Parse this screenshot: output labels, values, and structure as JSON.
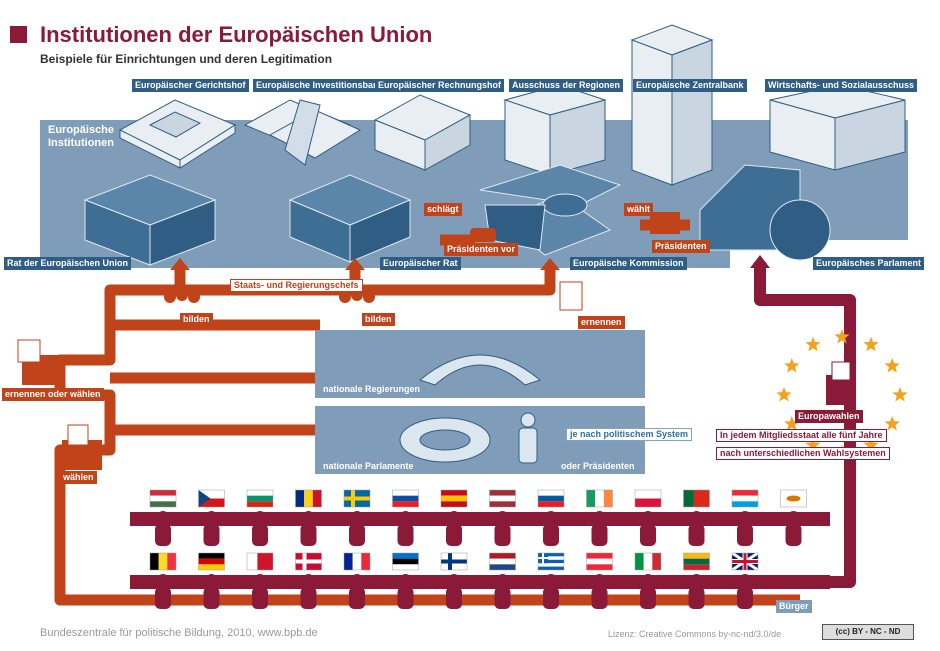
{
  "title": "Institutionen der Europäischen Union",
  "subtitle": "Beispiele für Einrichtungen und deren Legitimation",
  "institutions_heading": "Europäische\nInstitutionen",
  "buildings": {
    "gerichtshof": "Europäischer Gerichtshof",
    "investitionsbank": "Europäische Investitionsbank",
    "rechnungshof": "Europäischer Rechnungshof",
    "regionen": "Ausschuss der Regionen",
    "zentralbank": "Europäische Zentralbank",
    "wirtschaft": "Wirtschafts- und Sozialausschuss",
    "rat_union": "Rat der Europäischen Union",
    "rat": "Europäischer Rat",
    "kommission": "Europäische Kommission",
    "parlament": "Europäisches Parlament"
  },
  "actions": {
    "schlaegt": "schlägt",
    "praesidenten_vor": "Präsidenten vor",
    "waehlt": "wählt",
    "praesidenten": "Präsidenten",
    "staats_chefs": "Staats- und Regierungschefs",
    "bilden_1": "bilden",
    "bilden_2": "bilden",
    "ernennen": "ernennen",
    "ernennen_oder_waehlen": "ernennen oder wählen",
    "waehlen": "wählen",
    "europawahlen": "Europawahlen",
    "fuenf_jahre": "In jedem Mitgliedsstaat alle fünf Jahre",
    "wahlsysteme": "nach unterschiedlichen Wahlsystemen"
  },
  "national": {
    "regierungen": "nationale Regierungen",
    "parlamente": "nationale Parlamente",
    "je_nach_system": "je nach politischem System",
    "oder_praesidenten": "oder Präsidenten"
  },
  "buerger": "Bürger",
  "colors": {
    "title": "#8a1a37",
    "institution_band": "#7f9db8",
    "building": "#2f5d83",
    "orange_flow": "#c0431a",
    "maroon_flow": "#8a1a37",
    "star": "#f2a21c"
  },
  "flag_rows": [
    [
      {
        "name": "hungary-flag",
        "stripes": "h",
        "colors": [
          "#cd2a3e",
          "#ffffff",
          "#436f4d"
        ]
      },
      {
        "name": "czech-flag",
        "stripes": "cz",
        "colors": [
          "#ffffff",
          "#d7141a",
          "#11457e"
        ]
      },
      {
        "name": "bulgaria-flag",
        "stripes": "h",
        "colors": [
          "#ffffff",
          "#00966e",
          "#d62612"
        ]
      },
      {
        "name": "romania-flag",
        "stripes": "v",
        "colors": [
          "#002b7f",
          "#fcd116",
          "#ce1126"
        ]
      },
      {
        "name": "sweden-flag",
        "stripes": "cross",
        "colors": [
          "#006aa7",
          "#fecc00"
        ]
      },
      {
        "name": "slovakia-flag",
        "stripes": "h",
        "colors": [
          "#ffffff",
          "#0b4ea2",
          "#ee1c25"
        ]
      },
      {
        "name": "spain-flag",
        "stripes": "h3",
        "colors": [
          "#c60b1e",
          "#ffc400",
          "#c60b1e"
        ]
      },
      {
        "name": "latvia-flag",
        "stripes": "h3",
        "colors": [
          "#9e3039",
          "#ffffff",
          "#9e3039"
        ]
      },
      {
        "name": "slovenia-flag",
        "stripes": "h",
        "colors": [
          "#ffffff",
          "#005da4",
          "#ed1c24"
        ]
      },
      {
        "name": "ireland-flag",
        "stripes": "v",
        "colors": [
          "#169b62",
          "#ffffff",
          "#ff883e"
        ]
      },
      {
        "name": "poland-flag",
        "stripes": "h2",
        "colors": [
          "#ffffff",
          "#dc143c"
        ]
      },
      {
        "name": "portugal-flag",
        "stripes": "v2",
        "colors": [
          "#046a38",
          "#da291c"
        ]
      },
      {
        "name": "luxembourg-flag",
        "stripes": "h",
        "colors": [
          "#ed2939",
          "#ffffff",
          "#00a1de"
        ]
      },
      {
        "name": "cyprus-flag",
        "stripes": "h1",
        "colors": [
          "#ffffff",
          "#d57800"
        ]
      }
    ],
    [
      {
        "name": "belgium-flag",
        "stripes": "v",
        "colors": [
          "#000000",
          "#fdda24",
          "#ef3340"
        ]
      },
      {
        "name": "germany-flag",
        "stripes": "h",
        "colors": [
          "#000000",
          "#dd0000",
          "#ffce00"
        ]
      },
      {
        "name": "malta-flag",
        "stripes": "v2",
        "colors": [
          "#ffffff",
          "#cf142b"
        ]
      },
      {
        "name": "denmark-flag",
        "stripes": "cross",
        "colors": [
          "#c60c30",
          "#ffffff"
        ]
      },
      {
        "name": "france-flag",
        "stripes": "v",
        "colors": [
          "#002395",
          "#ffffff",
          "#ed2939"
        ]
      },
      {
        "name": "estonia-flag",
        "stripes": "h",
        "colors": [
          "#0072ce",
          "#000000",
          "#ffffff"
        ]
      },
      {
        "name": "finland-flag",
        "stripes": "cross",
        "colors": [
          "#ffffff",
          "#003580"
        ]
      },
      {
        "name": "netherlands-flag",
        "stripes": "h",
        "colors": [
          "#ae1c28",
          "#ffffff",
          "#21468b"
        ]
      },
      {
        "name": "greece-flag",
        "stripes": "gr",
        "colors": [
          "#0d5eaf",
          "#ffffff"
        ]
      },
      {
        "name": "austria-flag",
        "stripes": "h3",
        "colors": [
          "#ed2939",
          "#ffffff",
          "#ed2939"
        ]
      },
      {
        "name": "italy-flag",
        "stripes": "v",
        "colors": [
          "#009246",
          "#ffffff",
          "#ce2b37"
        ]
      },
      {
        "name": "lithuania-flag",
        "stripes": "h",
        "colors": [
          "#fdb913",
          "#006a44",
          "#c1272d"
        ]
      },
      {
        "name": "uk-flag",
        "stripes": "uk",
        "colors": [
          "#012169",
          "#ffffff",
          "#c8102e"
        ]
      }
    ]
  ],
  "footer": {
    "source": "Bundeszentrale für politische Bildung, 2010, www.bpb.de",
    "license": "Lizenz: Creative Commons by-nc-nd/3.0/de",
    "cc_badge": "(cc) BY - NC - ND"
  }
}
